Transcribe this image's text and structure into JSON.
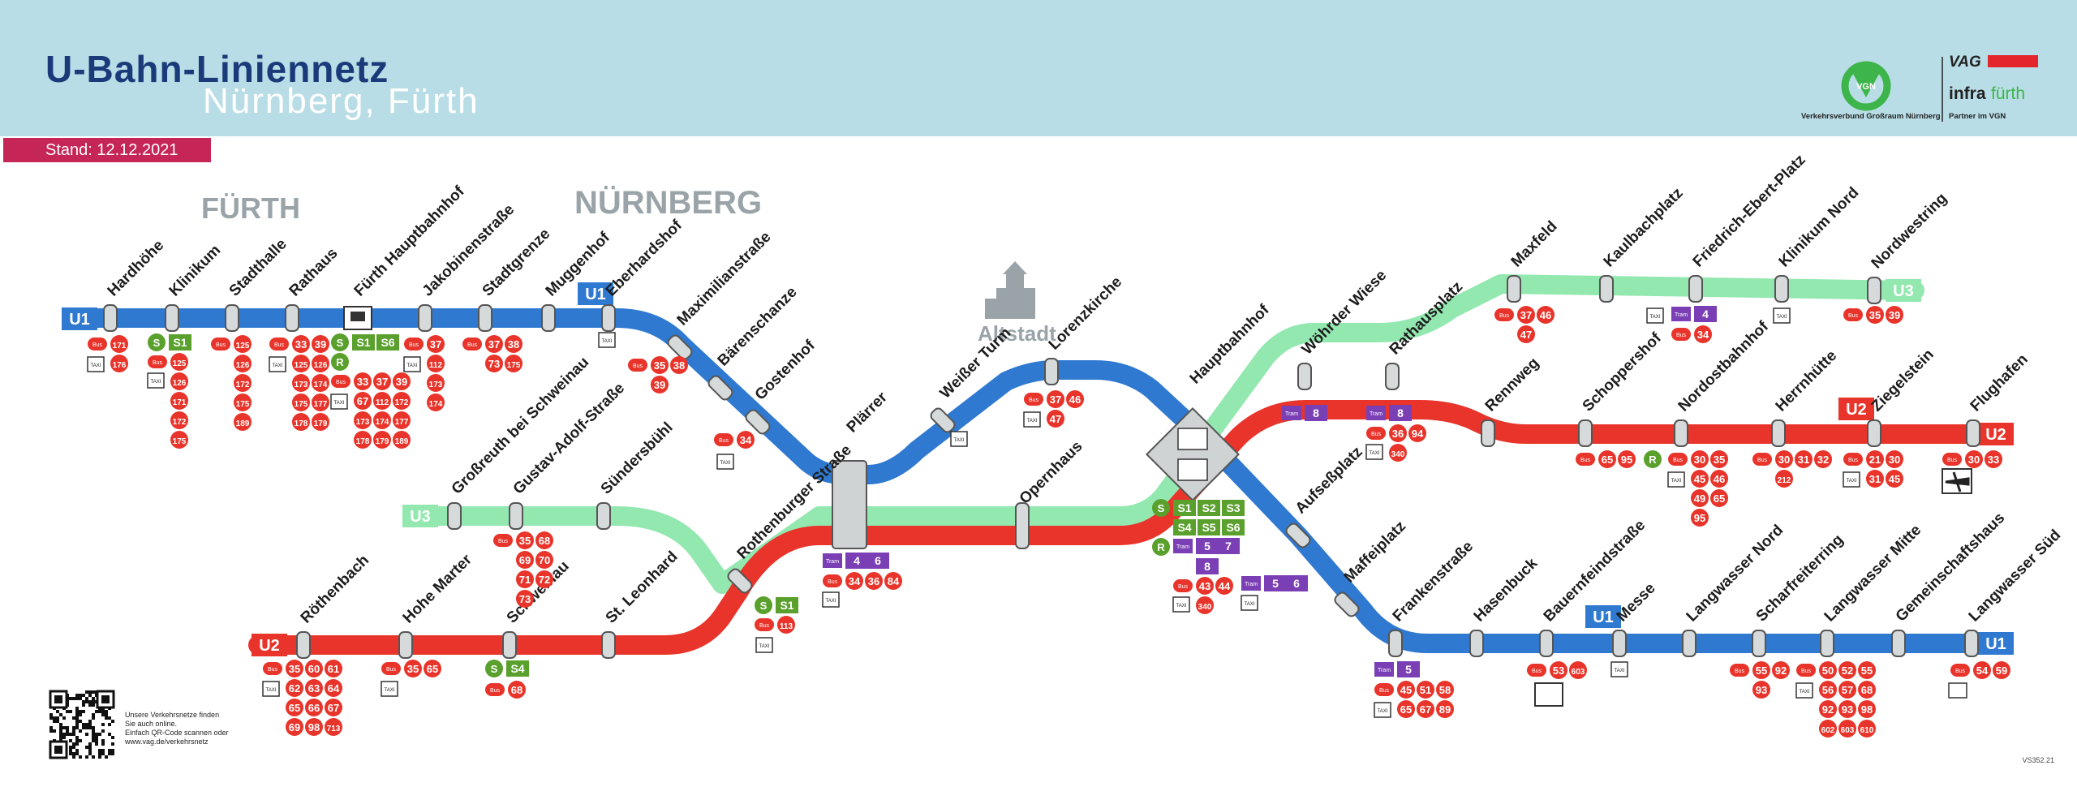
{
  "header": {
    "title": "U-Bahn-Liniennetz",
    "subtitle": "Nürnberg, Fürth",
    "stand": "Stand: 12.12.2021",
    "vgn_text": "Verkehrsverbund Großraum Nürnberg",
    "vag_text": "VAG",
    "infra_text": "infra",
    "infra_city": "fürth",
    "partner_text": "Partner im VGN",
    "vgn_logo_text": "VGN"
  },
  "cities": {
    "fuerth": "FÜRTH",
    "nuernberg": "NÜRNBERG",
    "altstadt": "Altstadt"
  },
  "lines": {
    "u1": "U1",
    "u2": "U2",
    "u3": "U3"
  },
  "colors": {
    "u1": "#2f79d1",
    "u2": "#e8342a",
    "u3": "#93e8b0",
    "sbahn": "#5aa02c",
    "tram": "#7b3fb5",
    "bus": "#e8342a"
  },
  "stations": {
    "hardhoehe": "Hardhöhe",
    "klinikum": "Klinikum",
    "stadthalle": "Stadthalle",
    "rathaus": "Rathaus",
    "fuerth_hbf": "Fürth Hauptbahnhof",
    "jakobinenstrasse": "Jakobinenstraße",
    "stadtgrenze": "Stadtgrenze",
    "muggenhof": "Muggenhof",
    "eberhardshof": "Eberhardshof",
    "maximilianstrasse": "Maximilianstraße",
    "baerenschanze": "Bärenschanze",
    "gostenhof": "Gostenhof",
    "plaerrer": "Plärrer",
    "weisser_turm": "Weißer Turm",
    "lorenzkirche": "Lorenzkirche",
    "hauptbahnhof": "Hauptbahnhof",
    "woehrder_wiese": "Wöhrder Wiese",
    "rathausplatz": "Rathausplatz",
    "maxfeld": "Maxfeld",
    "kaulbachplatz": "Kaulbachplatz",
    "friedrich_ebert_platz": "Friedrich-Ebert-Platz",
    "klinikum_nord": "Klinikum Nord",
    "nordwestring": "Nordwestring",
    "rennweg": "Rennweg",
    "schoppershof": "Schoppershof",
    "nordostbahnhof": "Nordostbahnhof",
    "herrnhuette": "Herrnhütte",
    "ziegelstein": "Ziegelstein",
    "flughafen": "Flughafen",
    "grossreuth": "Großreuth bei Schweinau",
    "gustav_adolf_strasse": "Gustav-Adolf-Straße",
    "suendersbuehl": "Sündersbühl",
    "rothenburger_strasse": "Rothenburger Straße",
    "opernhaus": "Opernhaus",
    "roethenbach": "Röthenbach",
    "hohe_marter": "Hohe Marter",
    "schweinau": "Schweinau",
    "st_leonhard": "St. Leonhard",
    "aufsessplatz": "Aufseßplatz",
    "maffeiplatz": "Maffeiplatz",
    "frankenstrasse": "Frankenstraße",
    "hasenbuck": "Hasenbuck",
    "bauernfeindstrasse": "Bauernfeindstraße",
    "messe": "Messe",
    "langwasser_nord": "Langwasser Nord",
    "scharfreiterring": "Scharfreiterring",
    "langwasser_mitte": "Langwasser Mitte",
    "gemeinschaftshaus": "Gemeinschaftshaus",
    "langwasser_sued": "Langwasser Süd"
  },
  "connections": {
    "bus": "Bus",
    "tram": "Tram",
    "taxi": "TAXI",
    "s": "S",
    "r": "R",
    "hardhoehe_bus": [
      "171",
      "176"
    ],
    "klinikum_s": "S1",
    "klinikum_bus": [
      "125",
      "126",
      "171",
      "172",
      "175"
    ],
    "stadthalle_bus": [
      "125",
      "126",
      "172",
      "175",
      "189"
    ],
    "rathaus_bus": [
      "33",
      "39",
      "125",
      "126",
      "173",
      "174",
      "175",
      "177",
      "178",
      "179"
    ],
    "fuerth_hbf_s": [
      "S1",
      "S6"
    ],
    "fuerth_hbf_bus": [
      "33",
      "37",
      "39",
      "67",
      "112",
      "172",
      "173",
      "174",
      "177",
      "178",
      "179",
      "189"
    ],
    "jakobinen_bus": [
      "37",
      "112",
      "173",
      "174"
    ],
    "stadtgrenze_bus": [
      "37",
      "38",
      "73",
      "175"
    ],
    "eberhardshof_bus": [
      "35",
      "38",
      "39"
    ],
    "gostenhof_bus": [
      "34"
    ],
    "plaerrer_tram": [
      "4",
      "6"
    ],
    "plaerrer_bus": [
      "34",
      "36",
      "84"
    ],
    "lorenzkirche_bus": [
      "37",
      "46",
      "47"
    ],
    "hbf_s": [
      "S1",
      "S2",
      "S3",
      "S4",
      "S5",
      "S6"
    ],
    "hbf_tram": [
      "5",
      "7",
      "8"
    ],
    "hbf_bus": [
      "43",
      "44",
      "340"
    ],
    "woehrder_tram": "8",
    "rathausplatz_tram": "8",
    "rathausplatz_bus": [
      "36",
      "94",
      "340"
    ],
    "maxfeld_bus": [
      "37",
      "46",
      "47"
    ],
    "fep_tram": "4",
    "fep_bus": [
      "34"
    ],
    "nordwestring_bus": [
      "35",
      "39"
    ],
    "schoppershof_bus": [
      "65",
      "95"
    ],
    "nordost_bus": [
      "30",
      "35",
      "45",
      "46",
      "49",
      "65",
      "95"
    ],
    "herrnhuette_bus": [
      "30",
      "31",
      "32",
      "212"
    ],
    "ziegelstein_bus": [
      "21",
      "30",
      "31",
      "45"
    ],
    "flughafen_bus": [
      "30",
      "33"
    ],
    "gustav_bus": [
      "35",
      "68",
      "69",
      "70",
      "71",
      "72",
      "73"
    ],
    "rothenburger_s": "S1",
    "rothenburger_bus": [
      "113"
    ],
    "aufsess_tram": [
      "5",
      "6"
    ],
    "roethenbach_bus": [
      "35",
      "60",
      "61",
      "62",
      "63",
      "64",
      "65",
      "66",
      "67",
      "69",
      "98",
      "713"
    ],
    "hohe_marter_bus": [
      "35",
      "65"
    ],
    "schweinau_s": "S4",
    "schweinau_bus": [
      "68"
    ],
    "franken_tram": "5",
    "franken_bus": [
      "45",
      "51",
      "58",
      "65",
      "67",
      "89"
    ],
    "bauernfeind_bus": [
      "53",
      "603"
    ],
    "scharfreiter_bus": [
      "55",
      "92",
      "93"
    ],
    "lwmitte_bus": [
      "50",
      "52",
      "55",
      "56",
      "57",
      "68",
      "92",
      "93",
      "98",
      "602",
      "603",
      "610"
    ],
    "lwsued_bus": [
      "54",
      "59"
    ]
  },
  "footer": {
    "qr_note": [
      "Unsere Verkehrsnetze finden",
      "Sie auch online.",
      "Einfach QR-Code scannen oder",
      "www.vag.de/verkehrsnetz"
    ],
    "code": "VS352.21"
  }
}
